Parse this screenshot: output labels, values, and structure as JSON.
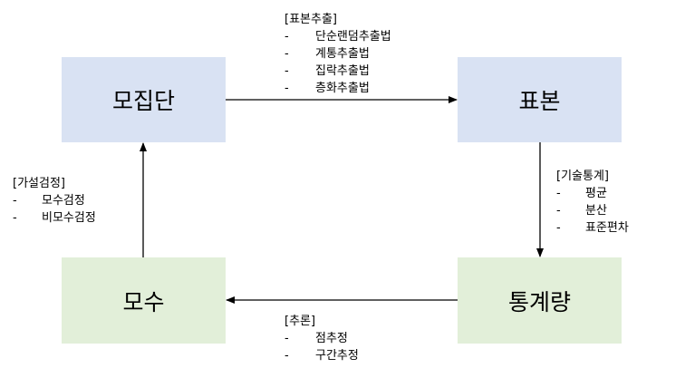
{
  "nodes": {
    "population": "모집단",
    "sample": "표본",
    "statistic": "통계량",
    "parameter": "모수"
  },
  "notes": {
    "sampling": {
      "title": "[표본추출]",
      "items": [
        "단순랜덤추출법",
        "계통추출법",
        "집락추출법",
        "층화추출법"
      ]
    },
    "descriptive": {
      "title": "[기술통계]",
      "items": [
        "평균",
        "분산",
        "표준편차"
      ]
    },
    "hypothesis": {
      "title": "[가설검정]",
      "items": [
        "모수검정",
        "비모수검정"
      ]
    },
    "inference": {
      "title": "[추론]",
      "items": [
        "점추정",
        "구간추정"
      ]
    }
  },
  "colors": {
    "top_box_fill": "#d9e2f3",
    "bottom_box_fill": "#e2efd9",
    "arrow": "#000000"
  }
}
